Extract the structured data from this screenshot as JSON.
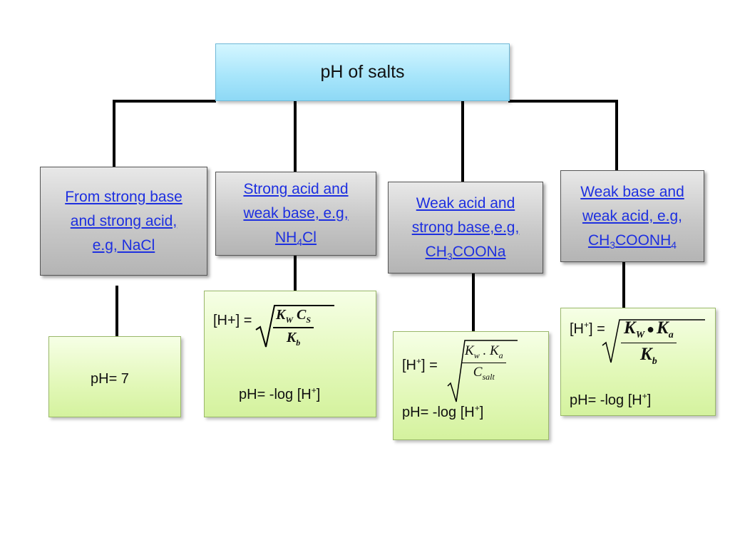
{
  "title": "pH of salts",
  "categories": [
    {
      "line1": "From strong base",
      "line2": "and strong acid,",
      "line3": "e.g, NaCl"
    },
    {
      "line1": "Strong acid and",
      "line2": "weak base, e.g,",
      "line3_pre": "NH",
      "line3_sub": "4",
      "line3_post": "Cl"
    },
    {
      "line1": "Weak acid and",
      "line2": "strong base,e.g,",
      "line3_pre": "CH",
      "line3_sub": "3",
      "line3_post": "COONa"
    },
    {
      "line1": "Weak base and",
      "line2": "weak acid, e.g,",
      "line3_pre": "CH",
      "line3_sub": "3",
      "line3_post": "COONH",
      "line3_sub2": "4"
    }
  ],
  "results": [
    {
      "ph": "pH= 7"
    },
    {
      "lhs": "[H+] =",
      "num": "Kᵂ Cₛ",
      "num_a": "K",
      "num_a_sub": "W",
      "num_b": "C",
      "num_b_sub": "S",
      "den": "K",
      "den_sub": "b",
      "ph_pre": "pH= -log [H",
      "ph_sup": "+",
      "ph_post": "]"
    },
    {
      "lhs_pre": "[H",
      "lhs_sup": "+",
      "lhs_post": "] =",
      "num_a": "K",
      "num_a_sub": "w",
      "num_mid": " . ",
      "num_b": "K",
      "num_b_sub": "a",
      "den": "C",
      "den_sub": "salt",
      "ph_pre": "pH= -log [H",
      "ph_sup": "+",
      "ph_post": "]"
    },
    {
      "lhs_pre": "[H",
      "lhs_sup": "+",
      "lhs_post": "] =",
      "num_a": "K",
      "num_a_sub": "W",
      "num_mid": "●",
      "num_b": "K",
      "num_b_sub": "a",
      "den": "K",
      "den_sub": "b",
      "ph_pre": "pH= -log [H",
      "ph_sup": "+",
      "ph_post": "]"
    }
  ],
  "colors": {
    "title_fill": "#a9e6fb",
    "category_fill": "#c8c8c8",
    "result_fill": "#e2f8b8",
    "link_text": "#1d2fe0",
    "connector": "#000000"
  }
}
